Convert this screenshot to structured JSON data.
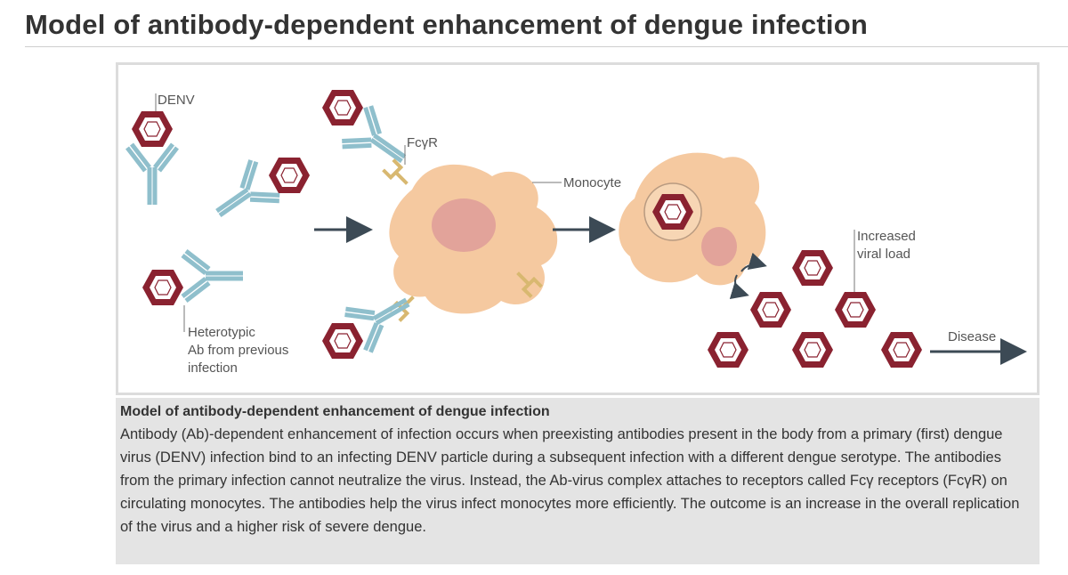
{
  "page": {
    "title": "Model of antibody-dependent enhancement of dengue infection"
  },
  "figure": {
    "labels": {
      "denv": "DENV",
      "fcyr": "FcγR",
      "monocyte": "Monocyte",
      "increased_line1": "Increased",
      "increased_line2": "viral load",
      "hetero_line1": "Heterotypic",
      "hetero_line2": "Ab from previous",
      "hetero_line3": "infection",
      "disease": "Disease"
    },
    "colors": {
      "virus": "#8a2230",
      "antibody": "#8fbfcc",
      "receptor": "#d8b870",
      "monocyte": "#f5c9a0",
      "nucleus": "#e2a39a",
      "arrow": "#3c4a55"
    }
  },
  "caption": {
    "title": "Model of antibody-dependent enhancement of dengue infection",
    "body": "Antibody (Ab)-dependent enhancement of infection occurs when preexisting antibodies present in the body from a primary (first) dengue virus (DENV) infection bind to an infecting DENV particle during a subsequent infection with a different dengue serotype. The antibodies from the primary infection cannot neutralize the virus. Instead, the Ab-virus complex attaches to receptors called Fcγ receptors (FcγR) on circulating monocytes. The antibodies help the virus infect monocytes more efficiently. The outcome is an increase in the overall replication of the virus and a higher risk of severe dengue."
  }
}
